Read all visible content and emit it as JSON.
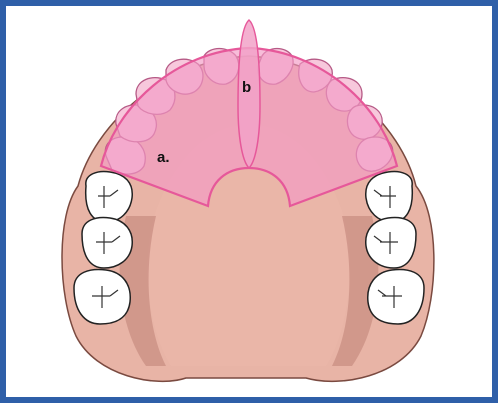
{
  "diagram": {
    "label_a": "a.",
    "label_b": "b"
  },
  "colors": {
    "frame_border": "#2f5fa8",
    "gum_outer": "#e8b4a6",
    "palate": "#eab6a8",
    "palate_shadow": "#c88c80",
    "highlight_fill": "#f29ac4",
    "highlight_stroke": "#e6589a",
    "tooth_fill": "#ffffff",
    "tooth_stroke": "#222222"
  },
  "icons": [
    "maxillary-arch-illustration"
  ]
}
